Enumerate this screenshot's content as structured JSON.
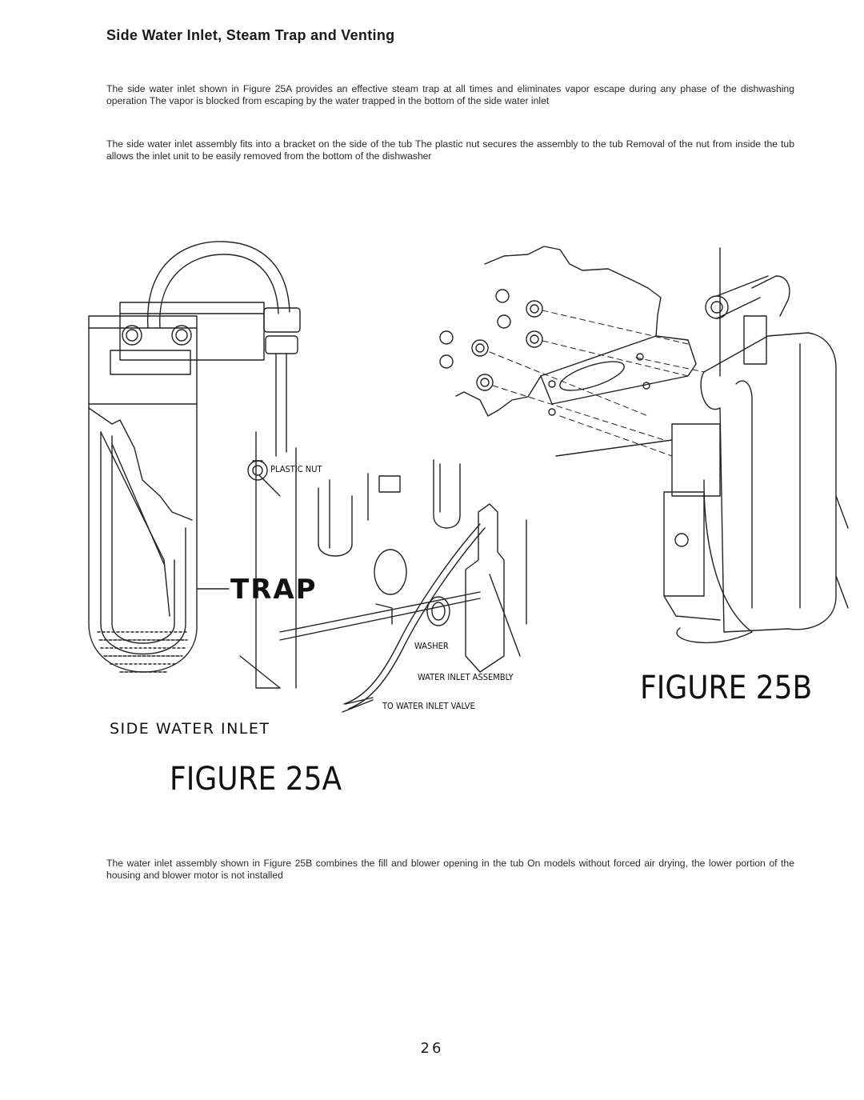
{
  "heading": "Side Water Inlet, Steam Trap and Venting",
  "paragraphs": [
    "The side water inlet shown in Figure 25A provides an effective steam trap at all times and eliminates vapor escape during any phase of the dishwashing operation The vapor is blocked from escaping by the water trapped in the bottom of the side water inlet",
    "The side water inlet assembly fits into a bracket on the side of the tub The plastic nut secures the assembly to the tub Removal of the nut from inside the tub allows the inlet unit to be easily removed from the bottom of the dishwasher",
    "The water inlet assembly shown in Figure 25B combines the fill and blower opening in the tub On models without forced air drying, the lower portion of the housing and blower motor is not installed"
  ],
  "figure_a": {
    "title": "FIGURE 25A",
    "caption": "SIDE WATER INLET",
    "labels": {
      "trap": "TRAP",
      "plastic_nut": "PLASTIC NUT",
      "washer": "WASHER",
      "water_inlet_assembly": "WATER INLET ASSEMBLY",
      "to_water_inlet_valve": "TO WATER INLET VALVE"
    }
  },
  "figure_b": {
    "title": "FIGURE 25B"
  },
  "page_number": "26"
}
